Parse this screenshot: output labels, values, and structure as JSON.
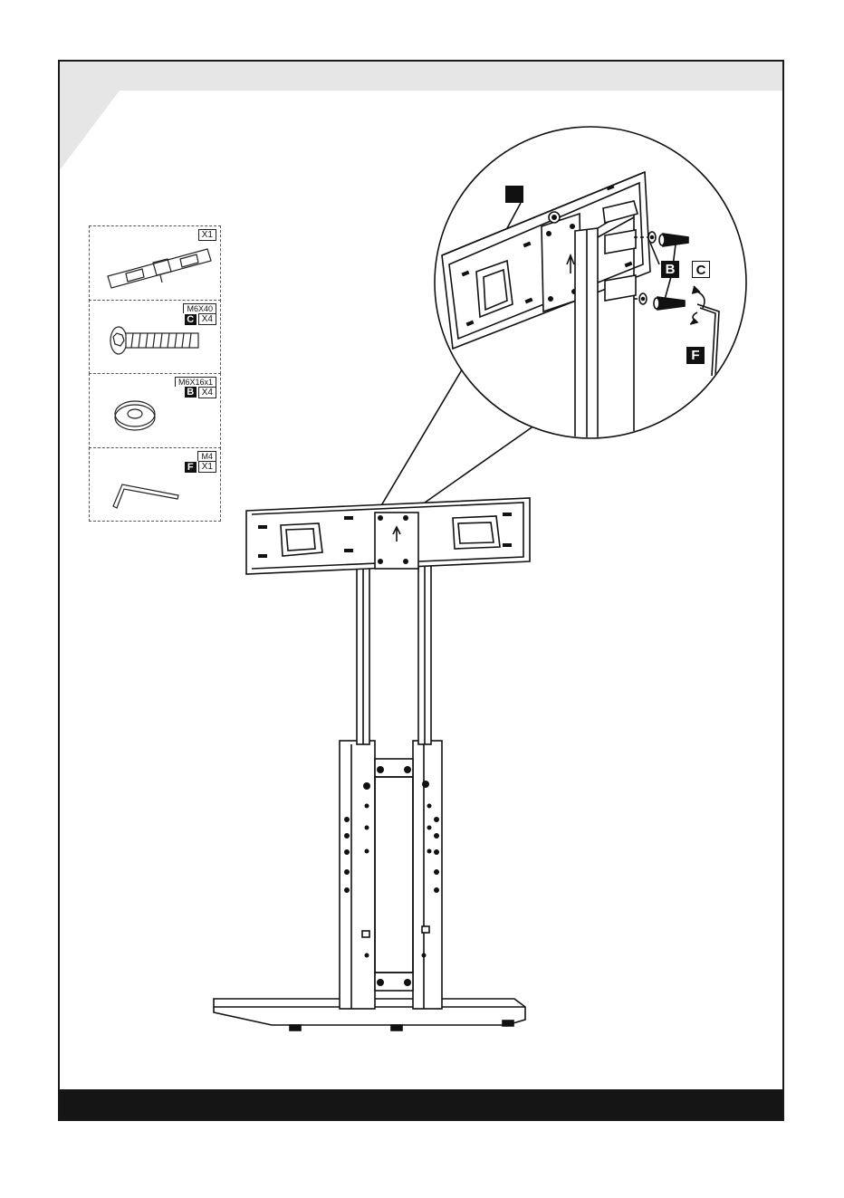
{
  "parts": [
    {
      "spec": "",
      "letter": "",
      "qty": "X1",
      "icon": "mounting-bracket"
    },
    {
      "spec": "M6X40",
      "letter": "C",
      "qty": "X4",
      "icon": "bolt"
    },
    {
      "spec": "M6X16x1",
      "letter": "B",
      "qty": "X4",
      "icon": "washer"
    },
    {
      "spec": "M4",
      "letter": "F",
      "qty": "X1",
      "icon": "allen-key"
    }
  ],
  "callouts": {
    "bracket": "",
    "washer": "B",
    "bolt": "C",
    "key": "F"
  },
  "colors": {
    "frame": "#1a1a1a",
    "band": "#e6e6e6",
    "footer": "#151515",
    "dash": "#555555"
  }
}
